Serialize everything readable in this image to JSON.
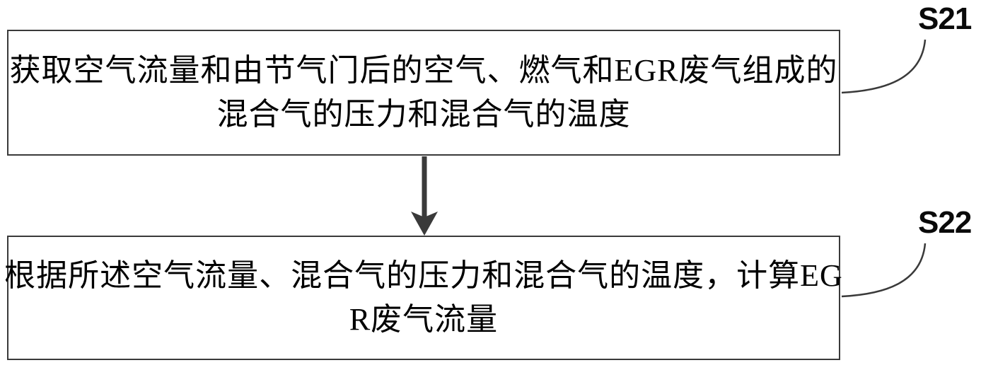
{
  "figure": {
    "type": "flowchart",
    "background_color": "#ffffff",
    "line_color": "#3a3a3a",
    "text_color": "#000000",
    "steps": [
      {
        "label": "S21",
        "lines": [
          "获取空气流量和由节气门后的空气、燃气和EGR废气组成的",
          "混合气的压力和混合气的温度"
        ]
      },
      {
        "label": "S22",
        "lines": [
          "根据所述空气流量、混合气的压力和混合气的温度，计算EG",
          "R废气流量"
        ]
      }
    ],
    "connectors": [
      {
        "from": "S21",
        "to": "S22",
        "type": "arrow-down"
      }
    ]
  }
}
